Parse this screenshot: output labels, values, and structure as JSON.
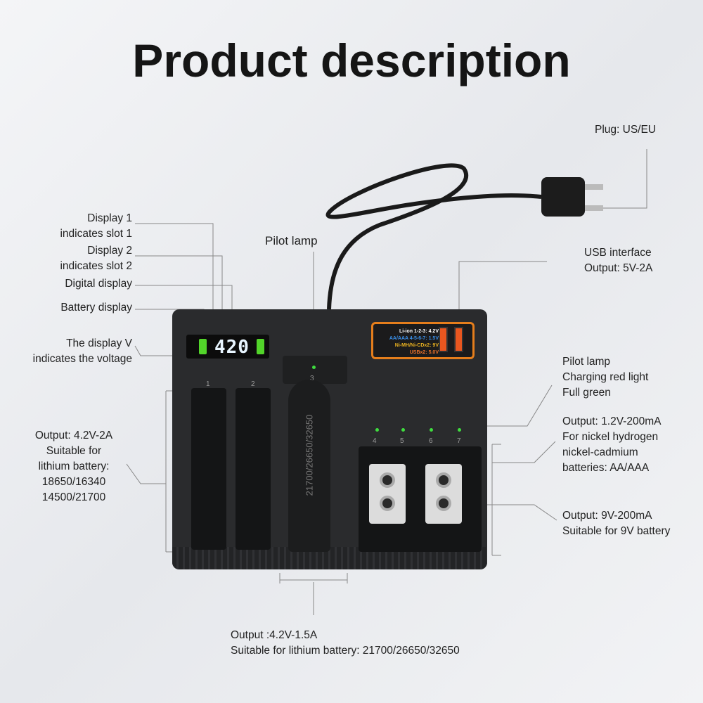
{
  "title": "Product description",
  "labels": {
    "plug": "Plug: US/EU",
    "display1_a": "Display 1",
    "display1_b": "indicates slot 1",
    "display2_a": "Display 2",
    "display2_b": "indicates slot 2",
    "digital": "Digital display",
    "battery_display": "Battery display",
    "display_v_a": "The display V",
    "display_v_b": "indicates the voltage",
    "pilot_top": "Pilot lamp",
    "usb_a": "USB interface",
    "usb_b": "Output: 5V-2A",
    "pilot_r_a": "Pilot lamp",
    "pilot_r_b": "Charging red light",
    "pilot_r_c": "Full green",
    "out12_a": "Output: 1.2V-200mA",
    "out12_b": "For nickel hydrogen",
    "out12_c": "nickel-cadmium",
    "out12_d": "batteries: AA/AAA",
    "out9_a": "Output: 9V-200mA",
    "out9_b": "Suitable for 9V battery",
    "out42_a": "Output: 4.2V-2A",
    "out42_b": "Suitable for",
    "out42_c": "lithium battery:",
    "out42_d": "18650/16340",
    "out42_e": "14500/21700",
    "bottom_a": "Output :4.2V-1.5A",
    "bottom_b": "Suitable for lithium battery: 21700/26650/32650"
  },
  "charger": {
    "lcd_value": "420",
    "usb_spec": [
      "Li-ion 1-2-3: 4.2V",
      "AA/AAA 4-5-6-7: 1.5V",
      "Ni-MH/Ni-CDx2: 9V",
      "USBx2: 5.0V"
    ],
    "usb_colors": [
      "#ffffff",
      "#3a8fe8",
      "#e8b020",
      "#e8702a"
    ],
    "slots": [
      "1",
      "2",
      "3",
      "4",
      "5",
      "6",
      "7"
    ],
    "cell_label": "21700/26650/32650"
  }
}
